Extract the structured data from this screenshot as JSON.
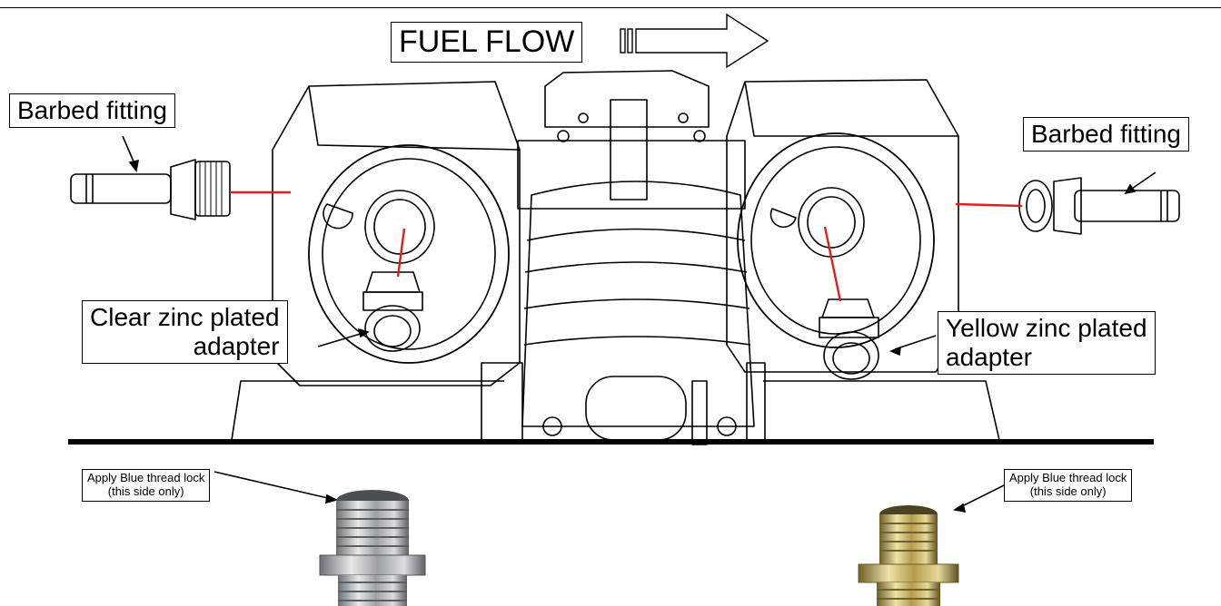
{
  "labels": {
    "fuel_flow": "FUEL FLOW",
    "barbed_left": "Barbed fitting",
    "barbed_right": "Barbed fitting",
    "clear_line1": "Clear zinc plated",
    "clear_line2": "adapter",
    "yellow_line1": "Yellow zinc plated",
    "yellow_line2": "adapter",
    "thread_lock_line1": "Apply Blue thread lock",
    "thread_lock_line2": "(this side only)"
  },
  "colors": {
    "line": "#000000",
    "leader": "#e01e1e",
    "clear_zinc": "#a9aeb3",
    "yellow_zinc": "#c8b56a"
  },
  "icons": [
    "flow-arrow-icon"
  ]
}
